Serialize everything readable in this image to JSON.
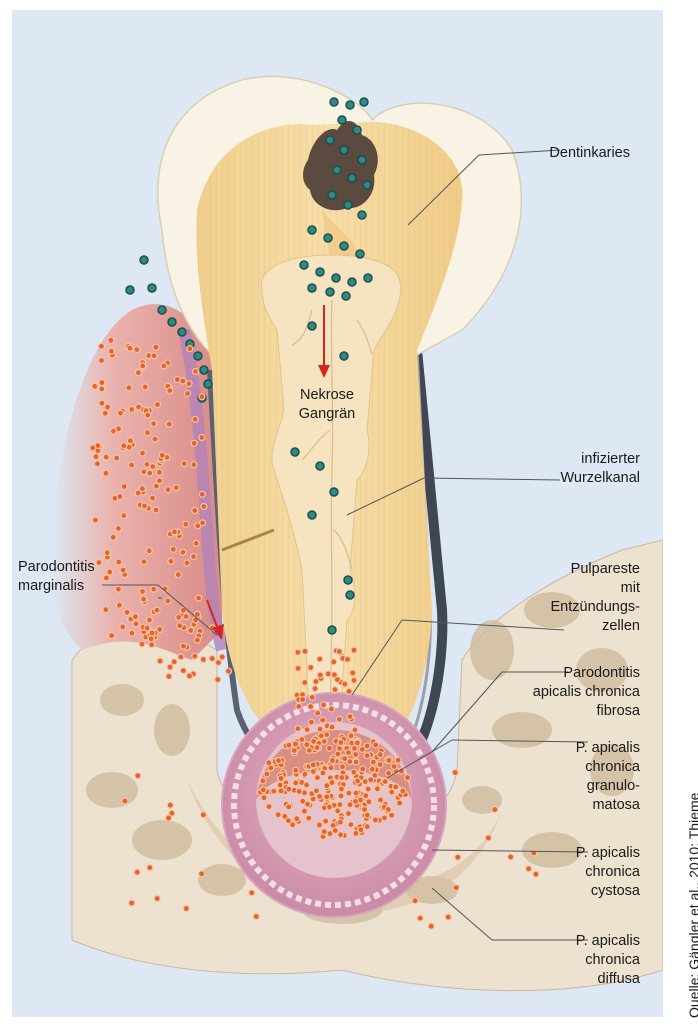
{
  "labels": {
    "dentinkaries": [
      "Dentinkaries"
    ],
    "nekrose": [
      "Nekrose",
      "Gangrän"
    ],
    "wurzelkanal": [
      "infizierter",
      "Wurzelkanal"
    ],
    "pulpareste": [
      "Pulpareste",
      "mit",
      "Entzündungs-",
      "zellen"
    ],
    "parodontitis_marginalis": [
      "Parodontitis",
      "marginalis"
    ],
    "apicalis_fibrosa": [
      "Parodontitis",
      "apicalis chronica",
      "fibrosa"
    ],
    "granulomatosa": [
      "P. apicalis",
      "chronica",
      "granulo-",
      "matosa"
    ],
    "cystosa": [
      "P. apicalis",
      "chronica",
      "cystosa"
    ],
    "diffusa": [
      "P. apicalis",
      "chronica",
      "diffusa"
    ]
  },
  "credit": "Quelle: Gängler et al., 2010; Thieme",
  "colors": {
    "background_panel": "#dde8f4",
    "enamel": "#f7f2e2",
    "dentin": "#f2d79a",
    "pulp": "#f6e2bb",
    "gingiva": "#e7a19d",
    "bone": "#ece0cd",
    "bacteria": "#2f8a86",
    "inflammatory_cells": "#e8622a",
    "arrow": "#d8261c"
  },
  "icons": [
    "bacteria-dot",
    "inflammatory-cell-dot",
    "direction-arrow"
  ]
}
